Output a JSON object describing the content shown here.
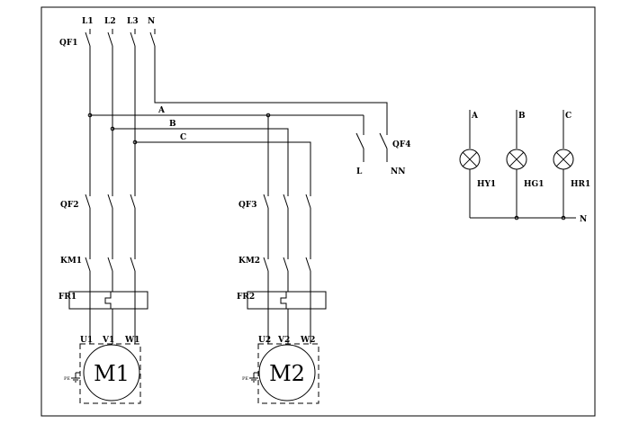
{
  "supply": {
    "phases": [
      "L1",
      "L2",
      "L3",
      "N"
    ],
    "main_breaker": "QF1",
    "buses": [
      "A",
      "B",
      "C"
    ]
  },
  "lighting_branch": {
    "breaker": "QF4",
    "out_live": "L",
    "out_neutral": "NN"
  },
  "branches": [
    {
      "breaker": "QF2",
      "contactor": "KM1",
      "relay": "FR1",
      "terminals": [
        "U1",
        "V1",
        "W1"
      ],
      "motor": "M1",
      "earth": "PE"
    },
    {
      "breaker": "QF3",
      "contactor": "KM2",
      "relay": "FR2",
      "terminals": [
        "U2",
        "V2",
        "W2"
      ],
      "motor": "M2",
      "earth": "PE"
    }
  ],
  "indicators": {
    "phase_labels": [
      "A",
      "B",
      "C"
    ],
    "lamps": [
      "HY1",
      "HG1",
      "HR1"
    ],
    "neutral": "N"
  }
}
